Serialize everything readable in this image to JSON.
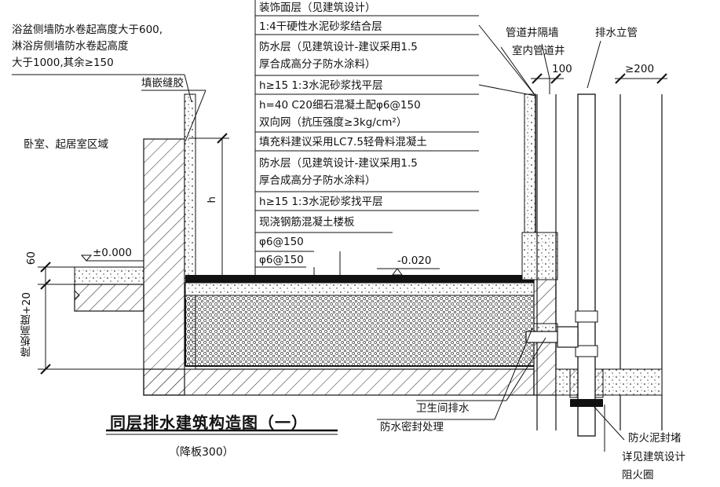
{
  "layers": [
    "装饰面层（见建筑设计）",
    "1:4干硬性水泥砂浆结合层",
    "防水层（见建筑设计-建议采用1.5",
    "厚合成高分子防水涂料）",
    "h≥15   1:3水泥砂浆找平层",
    "h=40  C20细石混凝土配φ6@150",
    "双向网（抗压强度≥3kg/cm²）",
    "填充料建议采用LC7.5轻骨料混凝土",
    "防水层（见建筑设计-建议采用1.5",
    "厚合成高分子防水涂料）",
    "h≥15   1:3水泥砂浆找平层",
    "现浇钢筋混凝土楼板",
    "φ6@150",
    "φ6@150"
  ],
  "left_notes": {
    "waterproof_height": [
      "浴盆侧墙防水卷起高度大于600,",
      "淋浴房侧墙防水卷起高度",
      "大于1000,其余≥150"
    ],
    "sealant": "填嵌缝胶",
    "room_zone": "卧室、起居室区域",
    "elevation_zero": "±0.000",
    "dim_60": "60",
    "drop_height": "降板高度+20",
    "h": "h"
  },
  "right_notes": {
    "shaft_wall": "管道井隔墙",
    "shaft_inner": "室内管道井",
    "dim_100": "100",
    "drain_riser": "排水立管",
    "dim_200": "≥200",
    "elevation_floor": "-0.020",
    "toilet_drain": "卫生间排水",
    "waterproof_seal": "防水密封处理",
    "fire_seal": "防火泥封堵",
    "fire_ring": [
      "详见建筑设计",
      "阻火圈"
    ]
  },
  "caption": {
    "title": "同层排水建筑构造图（一）",
    "subtitle": "（降板300）"
  }
}
